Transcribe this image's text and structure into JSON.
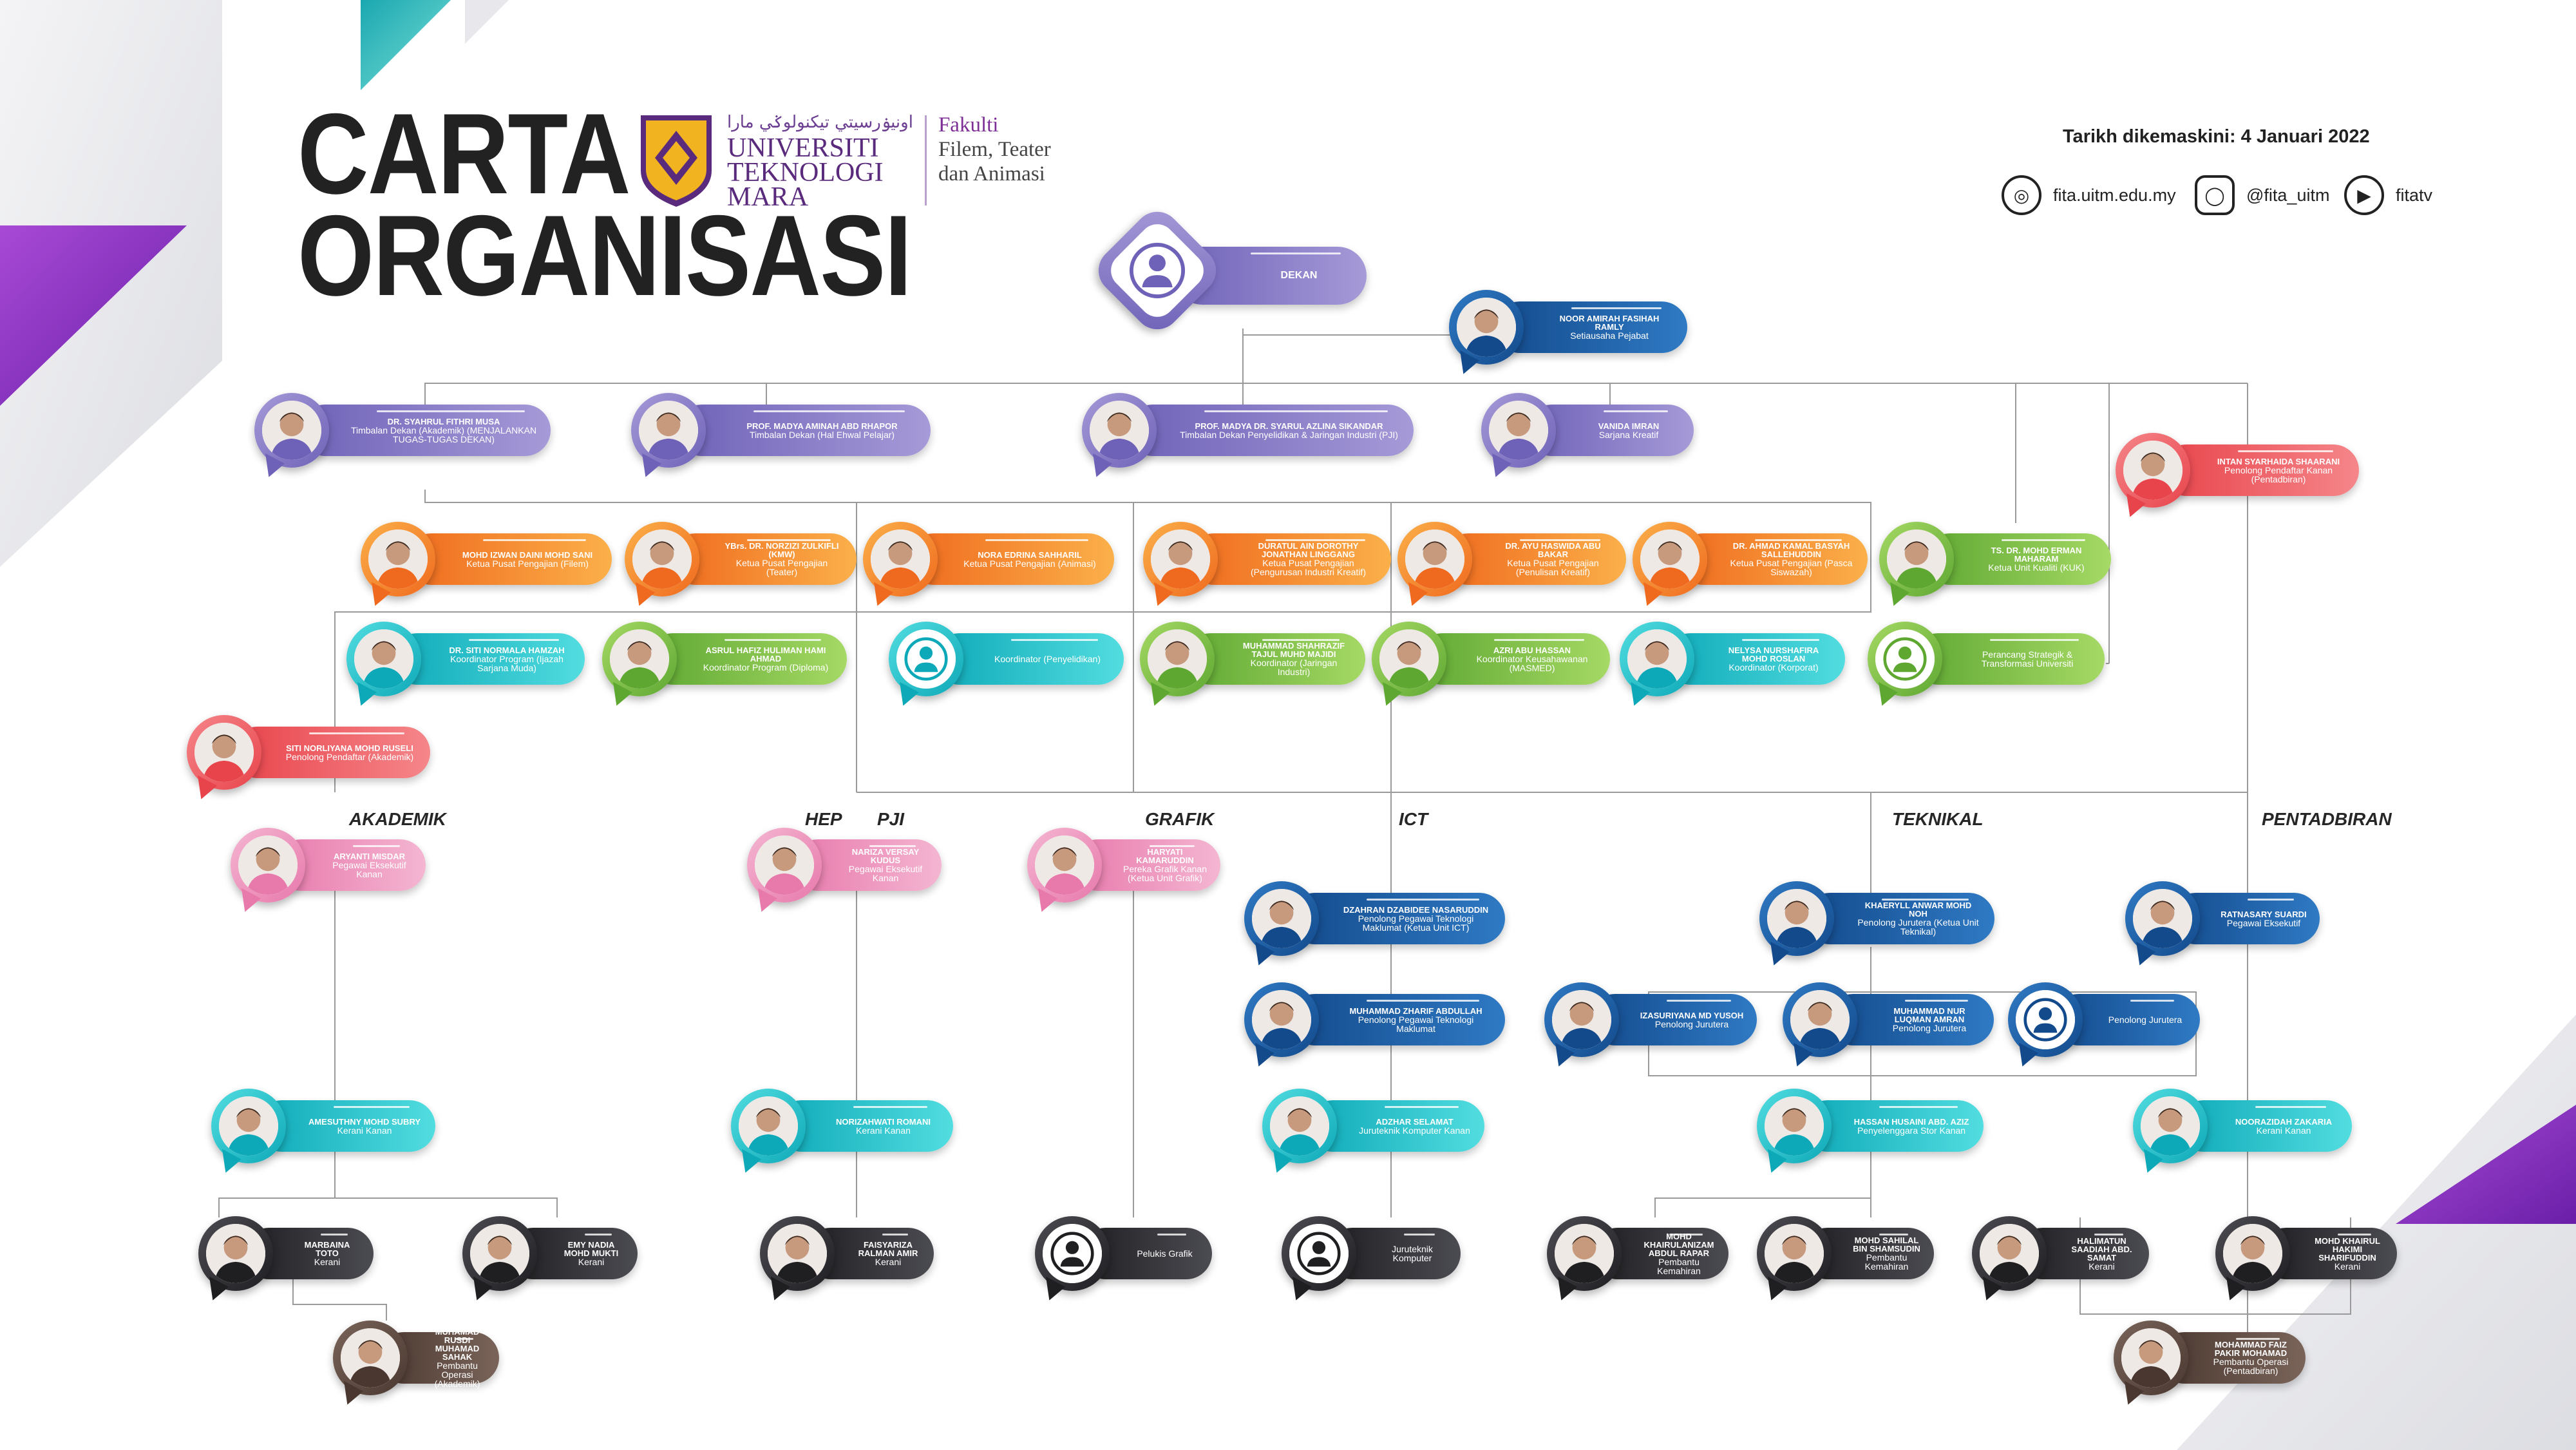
{
  "header": {
    "title_line1": "CARTA",
    "title_line2": "ORGANISASI",
    "uni_arabic": "اونيۏرسيتي تيکنولوݢي مارا",
    "uni_line1": "UNIVERSITI",
    "uni_line2": "TEKNOLOGI",
    "uni_line3": "MARA",
    "faculty_line1": "Fakulti",
    "faculty_line2": "Filem, Teater",
    "faculty_line3": "dan Animasi",
    "updated": "Tarikh dikemaskini: 4 Januari 2022",
    "website": "fita.uitm.edu.my",
    "instagram": "@fita_uitm",
    "youtube": "fitatv"
  },
  "colors": {
    "purple": "#7a6ec0",
    "orange": "#f5831f",
    "green": "#7cc242",
    "teal": "#16c3cf",
    "red": "#ef5a5f",
    "pink": "#ee94bd",
    "blue": "#1f5fa8",
    "black": "#2f2f33",
    "brown": "#5b4840"
  },
  "sections": {
    "akademik": "AKADEMIK",
    "hep": "HEP",
    "pji": "PJI",
    "grafik": "GRAFIK",
    "ict": "ICT",
    "teknikal": "TEKNIKAL",
    "pentadbiran": "PENTADBIRAN"
  },
  "people": [
    {
      "id": "dekan",
      "name": "",
      "role": "DEKAN",
      "photo": false
    },
    {
      "id": "setiausaha",
      "name": "NOOR AMIRAH FASIHAH RAMLY",
      "role": "Setiausaha Pejabat",
      "photo": true
    },
    {
      "id": "td-akademik",
      "name": "DR. SYAHRUL FITHRI MUSA",
      "role": "Timbalan Dekan (Akademik) (MENJALANKAN TUGAS-TUGAS DEKAN)",
      "photo": true
    },
    {
      "id": "td-hep",
      "name": "PROF. MADYA AMINAH ABD RHAPOR",
      "role": "Timbalan Dekan (Hal Ehwal Pelajar)",
      "photo": true
    },
    {
      "id": "td-pji",
      "name": "PROF. MADYA DR. SYARUL AZLINA SIKANDAR",
      "role": "Timbalan Dekan Penyelidikan & Jaringan Industri (PJI)",
      "photo": true
    },
    {
      "id": "sarjana-kreatif",
      "name": "VANIDA IMRAN",
      "role": "Sarjana Kreatif",
      "photo": true
    },
    {
      "id": "ppk-pentadbiran",
      "name": "INTAN SYARHAIDA SHAARANI",
      "role": "Penolong Pendaftar Kanan (Pentadbiran)",
      "photo": true
    },
    {
      "id": "kpp-filem",
      "name": "MOHD IZWAN DAINI MOHD SANI",
      "role": "Ketua Pusat Pengajian (Filem)",
      "photo": true
    },
    {
      "id": "kpp-teater",
      "name": "YBrs. DR. NORZIZI ZULKIFLI (KMW)",
      "role": "Ketua Pusat Pengajian (Teater)",
      "photo": true
    },
    {
      "id": "kpp-animasi",
      "name": "NORA EDRINA SAHHARIL",
      "role": "Ketua Pusat Pengajian (Animasi)",
      "photo": true
    },
    {
      "id": "kpp-industri",
      "name": "DURATUL AIN DOROTHY JONATHAN LINGGANG",
      "role": "Ketua Pusat Pengajian (Pengurusan Industri Kreatif)",
      "photo": true
    },
    {
      "id": "kpp-penulisan",
      "name": "DR. AYU HASWIDA ABU BAKAR",
      "role": "Ketua Pusat Pengajian (Penulisan Kreatif)",
      "photo": true
    },
    {
      "id": "kpp-siswazah",
      "name": "DR. AHMAD KAMAL BASYAH SALLEHUDDIN",
      "role": "Ketua Pusat Pengajian (Pasca Siswazah)",
      "photo": true
    },
    {
      "id": "kuk",
      "name": "TS. DR. MOHD ERMAN MAHARAM",
      "role": "Ketua Unit Kualiti (KUK)",
      "photo": true
    },
    {
      "id": "kp-sarjana-muda",
      "name": "DR. SITI NORMALA HAMZAH",
      "role": "Koordinator Program (Ijazah Sarjana Muda)",
      "photo": true
    },
    {
      "id": "kp-diploma",
      "name": "ASRUL HAFIZ HULIMAN HAMI AHMAD",
      "role": "Koordinator Program (Diploma)",
      "photo": true
    },
    {
      "id": "k-penyelidikan",
      "name": "",
      "role": "Koordinator (Penyelidikan)",
      "photo": false
    },
    {
      "id": "k-jaringan",
      "name": "MUHAMMAD SHAHRAZIF TAJUL MUHD MAJIDI",
      "role": "Koordinator (Jaringan Industri)",
      "photo": true
    },
    {
      "id": "k-usahawan",
      "name": "AZRI ABU HASSAN",
      "role": "Koordinator Keusahawanan (MASMED)",
      "photo": true
    },
    {
      "id": "k-korporat",
      "name": "NELYSA NURSHAFIRA MOHD ROSLAN",
      "role": "Koordinator (Korporat)",
      "photo": true
    },
    {
      "id": "perancang",
      "name": "",
      "role": "Perancang Strategik & Transformasi Universiti",
      "photo": false
    },
    {
      "id": "pp-akademik",
      "name": "SITI NORLIYANA MOHD RUSELI",
      "role": "Penolong Pendaftar (Akademik)",
      "photo": true
    },
    {
      "id": "pek-akademik",
      "name": "ARYANTI MISDAR",
      "role": "Pegawai Eksekutif Kanan",
      "photo": true
    },
    {
      "id": "pek-hep",
      "name": "NARIZA VERSAY KUDUS",
      "role": "Pegawai Eksekutif Kanan",
      "photo": true
    },
    {
      "id": "pgk-grafik",
      "name": "HARYATI KAMARUDDIN",
      "role": "Pereka Grafik Kanan (Ketua Unit Grafik)",
      "photo": true
    },
    {
      "id": "ptm-ict",
      "name": "DZAHRAN DZABIDEE NASARUDDIN",
      "role": "Penolong Pegawai Teknologi Maklumat (Ketua Unit ICT)",
      "photo": true
    },
    {
      "id": "ptm-2",
      "name": "MUHAMMAD ZHARIF ABDULLAH",
      "role": "Penolong Pegawai Teknologi Maklumat",
      "photo": true
    },
    {
      "id": "pj-teknikal",
      "name": "KHAERYLL ANWAR MOHD NOH",
      "role": "Penolong Jurutera (Ketua Unit Teknikal)",
      "photo": true
    },
    {
      "id": "pj-1",
      "name": "IZASURIYANA MD YUSOH",
      "role": "Penolong Jurutera",
      "photo": true
    },
    {
      "id": "pj-2",
      "name": "MUHAMMAD NUR LUQMAN AMRAN",
      "role": "Penolong Jurutera",
      "photo": true
    },
    {
      "id": "pj-3",
      "name": "",
      "role": "Penolong Jurutera",
      "photo": false
    },
    {
      "id": "pe-pentadbiran",
      "name": "RATNASARY SUARDI",
      "role": "Pegawai Eksekutif",
      "photo": true
    },
    {
      "id": "kk-akademik",
      "name": "AMESUTHNY MOHD SUBRY",
      "role": "Kerani Kanan",
      "photo": true
    },
    {
      "id": "kk-hep",
      "name": "NORIZAHWATI ROMANI",
      "role": "Kerani Kanan",
      "photo": true
    },
    {
      "id": "jtk-ict",
      "name": "ADZHAR SELAMAT",
      "role": "Juruteknik Komputer Kanan",
      "photo": true
    },
    {
      "id": "pss-teknikal",
      "name": "HASSAN HUSAINI ABD. AZIZ",
      "role": "Penyelenggara Stor Kanan",
      "photo": true
    },
    {
      "id": "kk-pentadbiran",
      "name": "NOORAZIDAH ZAKARIA",
      "role": "Kerani Kanan",
      "photo": true
    },
    {
      "id": "k-marbaina",
      "name": "MARBAINA TOTO",
      "role": "Kerani",
      "photo": true
    },
    {
      "id": "k-emy",
      "name": "EMY NADIA MOHD MUKTI",
      "role": "Kerani",
      "photo": true
    },
    {
      "id": "k-faisyariza",
      "name": "FAISYARIZA RALMAN AMIR",
      "role": "Kerani",
      "photo": true
    },
    {
      "id": "pelukis",
      "name": "",
      "role": "Pelukis Grafik",
      "photo": false
    },
    {
      "id": "juruteknik",
      "name": "",
      "role": "Juruteknik Komputer",
      "photo": false
    },
    {
      "id": "pk-khairulanizam",
      "name": "MOHD KHAIRULANIZAM ABDUL RAPAR",
      "role": "Pembantu Kemahiran",
      "photo": true
    },
    {
      "id": "pk-sahilal",
      "name": "MOHD SAHILAL BIN SHAMSUDIN",
      "role": "Pembantu Kemahiran",
      "photo": true
    },
    {
      "id": "k-halimatun",
      "name": "HALIMATUN SAADIAH ABD. SAMAT",
      "role": "Kerani",
      "photo": true
    },
    {
      "id": "k-khairul",
      "name": "MOHD KHAIRUL HAKIMI SHARIFUDDIN",
      "role": "Kerani",
      "photo": true
    },
    {
      "id": "po-akademik",
      "name": "MUHAMAD RUSDI MUHAMAD SAHAK",
      "role": "Pembantu Operasi (Akademik)",
      "photo": true
    },
    {
      "id": "po-pentadbiran",
      "name": "MOHAMMAD FAIZ PAKIR MOHAMAD",
      "role": "Pembantu Operasi (Pentadbiran)",
      "photo": true
    }
  ]
}
